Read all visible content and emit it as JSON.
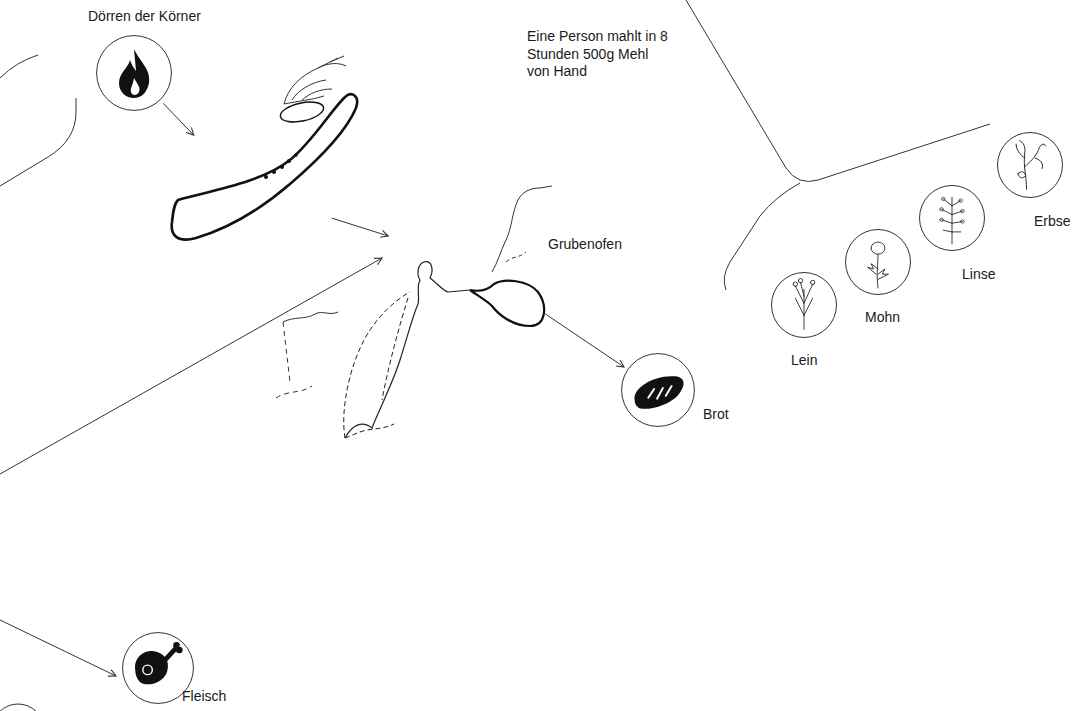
{
  "diagram": {
    "nodes": [
      {
        "text": [
          "Dörren der Körner"
        ]
      },
      {
        "text": [
          "Eine Person mahlt in 8 Stunden 500g Mehl von Hand"
        ]
      },
      {
        "text": [
          "Grubenofen"
        ]
      },
      {
        "text": [
          "Brot"
        ]
      },
      {
        "text": [
          "Lein"
        ]
      },
      {
        "text": [
          "Mohn"
        ]
      },
      {
        "text": [
          "Linse"
        ]
      },
      {
        "text": [
          "Erbse"
        ]
      },
      {
        "text": [
          "Fleisch"
        ]
      }
    ],
    "edges": [
      {
        "from": 0,
        "to": 1,
        "arrow": "to"
      },
      {
        "from": 1,
        "to": 2,
        "arrow": "to"
      },
      {
        "from": 2,
        "to": 3,
        "arrow": "to"
      }
    ]
  }
}
